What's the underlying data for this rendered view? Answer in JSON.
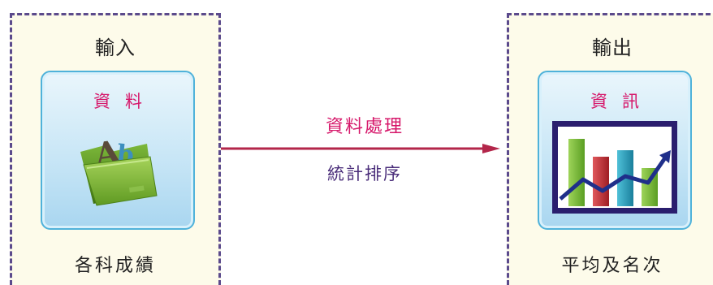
{
  "input": {
    "title": "輸入",
    "card_label": "資料",
    "footer": "各科成績",
    "icon": "abc-folder-icon"
  },
  "output": {
    "title": "輸出",
    "card_label": "資訊",
    "footer": "平均及名次",
    "icon": "bar-chart-trend-icon"
  },
  "process": {
    "label": "資料處理",
    "sublabel": "統計排序"
  },
  "colors": {
    "panel_border": "#5b4a8c",
    "panel_bg": "#fdfbea",
    "accent": "#d6176a",
    "sub_text": "#4a2d7a",
    "arrow": "#b3264a",
    "card_border": "#4fb2da"
  }
}
